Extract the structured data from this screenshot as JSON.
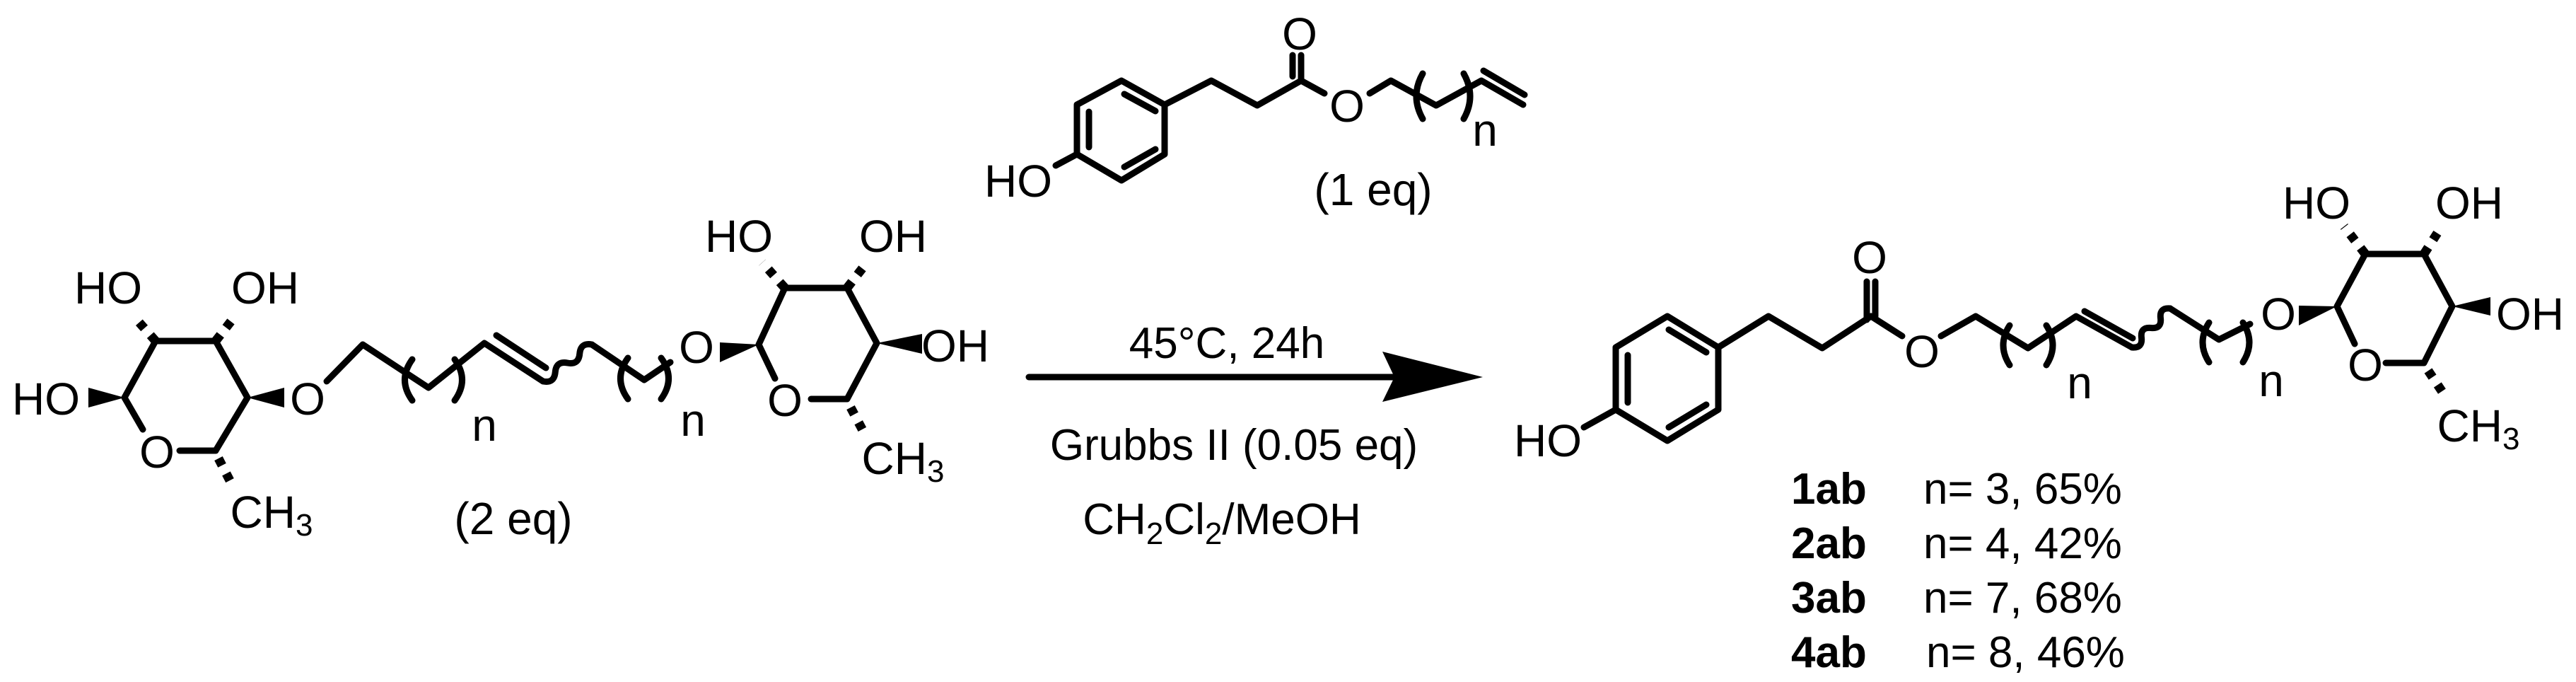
{
  "atoms": {
    "HO": "HO",
    "OH": "OH",
    "O": "O",
    "n": "n",
    "CH3": {
      "main": "CH",
      "sub": "3"
    }
  },
  "reagents": {
    "sugar_diene_eq": "(2 eq)",
    "phenol_ester_eq": "(1 eq)"
  },
  "conditions": {
    "above_arrow": "45°C, 24h",
    "catalyst": "Grubbs II (0.05 eq)",
    "solvent": {
      "p1": "CH",
      "s1": "2",
      "p2": "Cl",
      "s2": "2",
      "p3": "/MeOH"
    }
  },
  "products": [
    {
      "id": "1ab",
      "result": "n= 3, 65%"
    },
    {
      "id": "2ab",
      "result": "n= 4, 42%"
    },
    {
      "id": "3ab",
      "result": "n= 7, 68%"
    },
    {
      "id": "4ab",
      "result": "n= 8, 46%"
    }
  ],
  "colors": {
    "ink": "#000000",
    "background": "#ffffff"
  }
}
